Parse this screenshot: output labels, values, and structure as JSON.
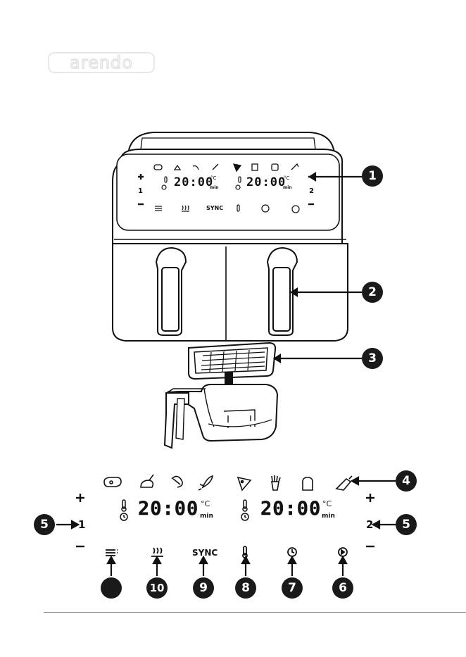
{
  "brand": {
    "logo_text": "arendo"
  },
  "device_panel": {
    "time_left": "20:00",
    "time_right": "20:00",
    "unit_temp": "°C",
    "unit_time": "min",
    "plus": "+",
    "minus": "–",
    "zone_left": "1",
    "zone_right": "2",
    "sync_label": "SYNC"
  },
  "panel": {
    "time_left": "20:00",
    "time_right": "20:00",
    "unit_temp": "°C",
    "unit_time": "min",
    "plus": "+",
    "minus": "–",
    "zone_left": "1",
    "zone_right": "2",
    "sync_label": "SYNC"
  },
  "callouts": {
    "c1": "1",
    "c2": "2",
    "c3": "3",
    "c4": "4",
    "c5_left": "5",
    "c5_right": "5",
    "c6": "6",
    "c7": "7",
    "c8": "8",
    "c9": "9",
    "c10": "10",
    "c11": ""
  },
  "icons": {
    "presets": [
      "steak-icon",
      "chicken-icon",
      "shrimp-icon",
      "fish-icon",
      "pizza-icon",
      "fries-icon",
      "bread-icon",
      "vegetable-icon"
    ],
    "controls": [
      "menu-icon",
      "keep-warm-icon",
      "sync-button",
      "thermometer-icon",
      "clock-icon",
      "start-pause-icon"
    ]
  },
  "colors": {
    "footer_line": "#1fa6c9",
    "callout_fill": "#1a1a1a",
    "logo_outline": "#e1e1e1"
  }
}
